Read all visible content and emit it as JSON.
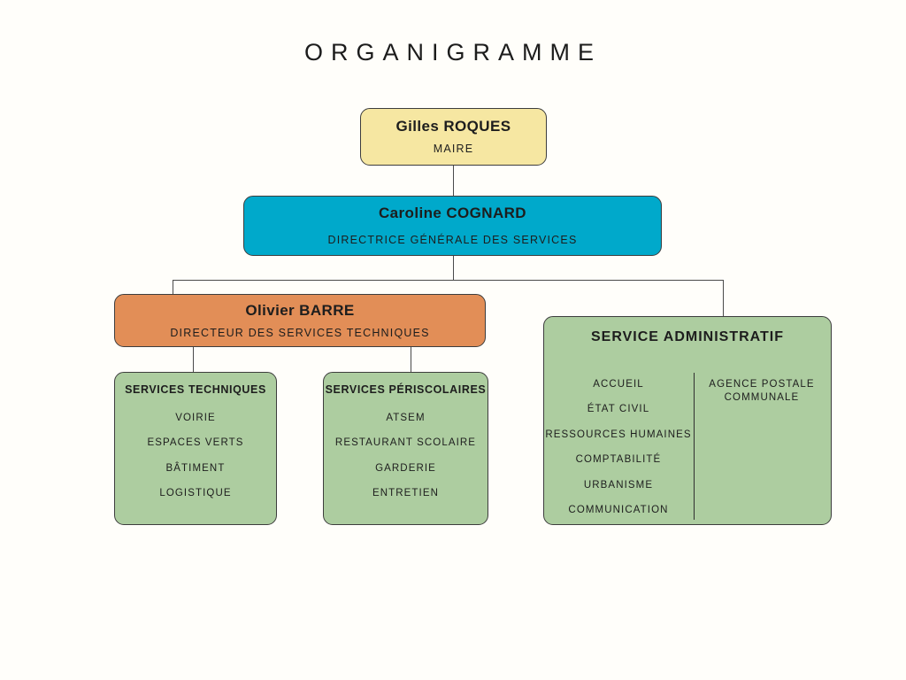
{
  "page": {
    "title": "ORGANIGRAMME"
  },
  "colors": {
    "background": "#FFFEFA",
    "mayor_bg": "#F6E7A2",
    "dgs_bg": "#00A9CB",
    "dst_bg": "#E28E57",
    "dept_bg": "#ADCDA0",
    "border": "#3D3D3D",
    "line": "#4A4A4A",
    "text": "#1D1D1D"
  },
  "nodes": {
    "mayor": {
      "name": "Gilles ROQUES",
      "role": "MAIRE"
    },
    "dgs": {
      "name": "Caroline COGNARD",
      "role": "DIRECTRICE GÉNÉRALE DES SERVICES"
    },
    "dst": {
      "name": "Olivier BARRE",
      "role": "DIRECTEUR DES SERVICES TECHNIQUES"
    },
    "services_techniques": {
      "title": "SERVICES TECHNIQUES",
      "items": [
        "VOIRIE",
        "ESPACES VERTS",
        "BÂTIMENT",
        "LOGISTIQUE"
      ]
    },
    "services_periscolaires": {
      "title": "SERVICES PÉRISCOLAIRES",
      "items": [
        "ATSEM",
        "RESTAURANT SCOLAIRE",
        "GARDERIE",
        "ENTRETIEN"
      ]
    },
    "service_administratif": {
      "title": "SERVICE ADMINISTRATIF",
      "left_items": [
        "ACCUEIL",
        "ÉTAT CIVIL",
        "RESSOURCES HUMAINES",
        "COMPTABILITÉ",
        "URBANISME",
        "COMMUNICATION"
      ],
      "right_items": [
        "AGENCE POSTALE COMMUNALE"
      ]
    }
  }
}
